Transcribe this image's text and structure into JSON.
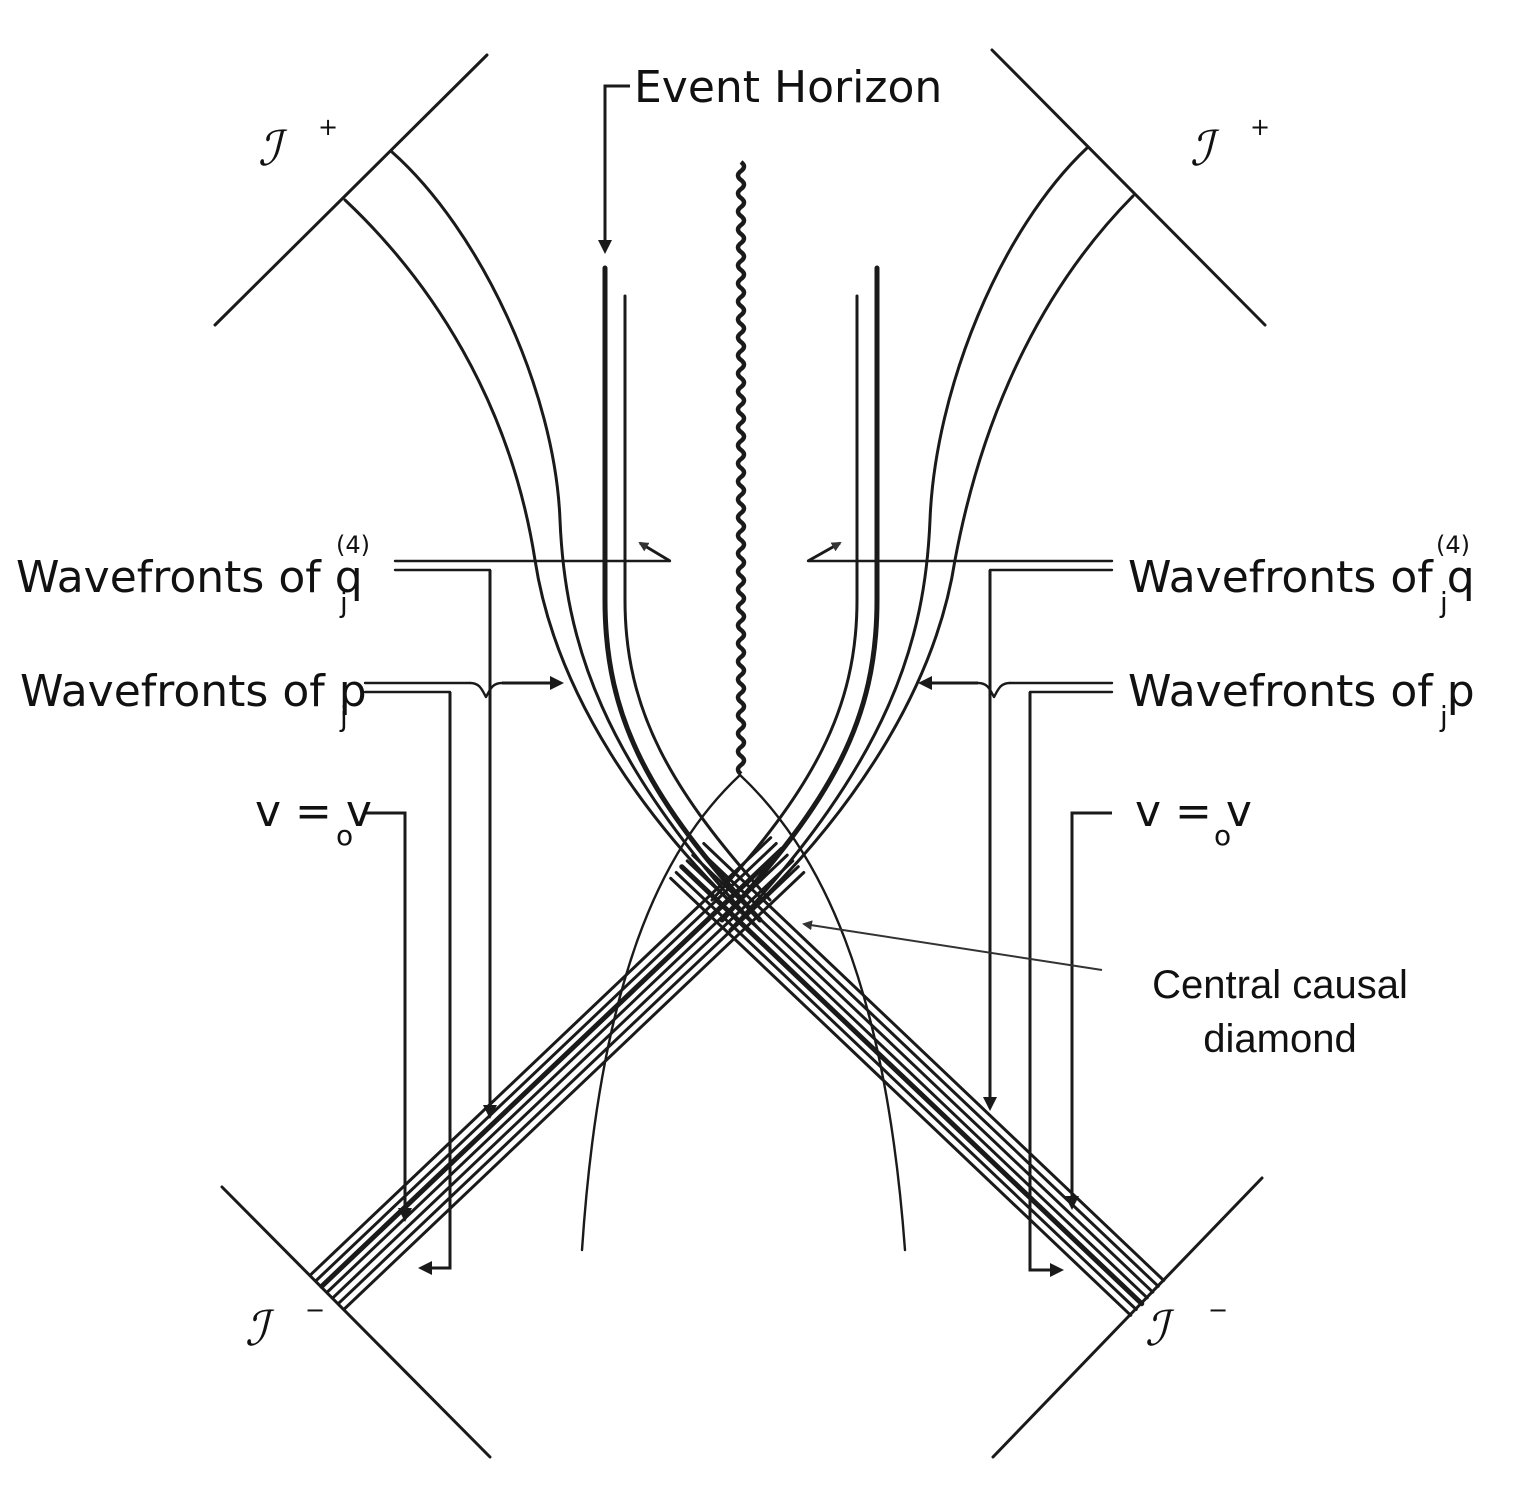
{
  "labels": {
    "event_horizon": "Event Horizon",
    "wavefronts_q_left": "Wavefronts of q",
    "wavefronts_q_right": "Wavefronts of q",
    "q_subscript": "j",
    "q_superscript": "(4)",
    "wavefronts_p_left": "Wavefronts of p",
    "wavefronts_p_right": "Wavefronts of p",
    "p_subscript": "j",
    "v_left": "v = v",
    "v_right": "v = v",
    "v_subscript": "o",
    "scri": "ℐ",
    "plus": "+",
    "minus": "−",
    "central_line1": "Central causal",
    "central_line2": "diamond"
  },
  "colors": {
    "ink": "#1a1a1a",
    "background": "#ffffff"
  }
}
